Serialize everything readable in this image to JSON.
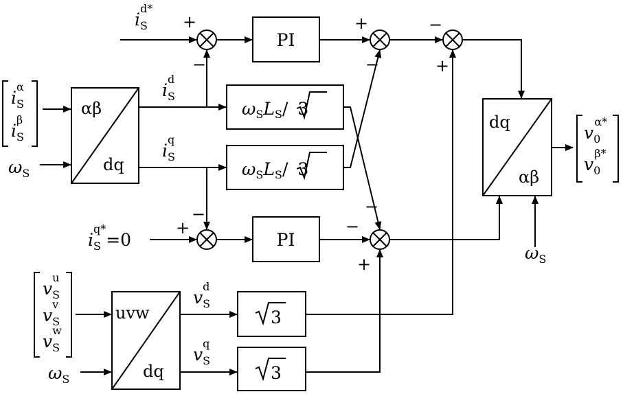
{
  "blocks": {
    "pi_d": "PI",
    "pi_q": "PI",
    "ab_dq_top": "αβ",
    "ab_dq_bottom": "dq",
    "dq_ab_top": "dq",
    "dq_ab_bottom": "αβ",
    "uvw_dq_top": "uvw",
    "uvw_dq_bottom": "dq",
    "decouple_d": {
      "prefix": "ω",
      "sub1": "S",
      "mid": "L",
      "sub2": "S",
      "slash": "/",
      "root": "3"
    },
    "decouple_q": {
      "prefix": "ω",
      "sub1": "S",
      "mid": "L",
      "sub2": "S",
      "slash": "/",
      "root": "3"
    },
    "sqrt_d": "3",
    "sqrt_q": "3"
  },
  "signals": {
    "id_ref": {
      "base": "i",
      "sub": "S",
      "sup": "d*"
    },
    "iq_ref": {
      "base": "i",
      "sub": "S",
      "sup": "q*",
      "value": "=0"
    },
    "id": {
      "base": "i",
      "sub": "S",
      "sup": "d"
    },
    "iq": {
      "base": "i",
      "sub": "S",
      "sup": "q"
    },
    "i_alpha": {
      "base": "i",
      "sub": "S",
      "sup": "α"
    },
    "i_beta": {
      "base": "i",
      "sub": "S",
      "sup": "β"
    },
    "omega_in1": {
      "base": "ω",
      "sub": "S"
    },
    "omega_in2": {
      "base": "ω",
      "sub": "S"
    },
    "omega_in3": {
      "base": "ω",
      "sub": "S"
    },
    "vu": {
      "base": "v",
      "sub": "S",
      "sup": "u"
    },
    "vv": {
      "base": "v",
      "sub": "S",
      "sup": "v"
    },
    "vw": {
      "base": "v",
      "sub": "S",
      "sup": "w"
    },
    "vd": {
      "base": "v",
      "sub": "S",
      "sup": "d"
    },
    "vq": {
      "base": "v",
      "sub": "S",
      "sup": "q"
    },
    "v_alpha_out": {
      "base": "v",
      "sub": "0",
      "sup": "α*"
    },
    "v_beta_out": {
      "base": "v",
      "sub": "0",
      "sup": "β*"
    }
  },
  "signs": {
    "plus": "+",
    "minus": "−"
  }
}
